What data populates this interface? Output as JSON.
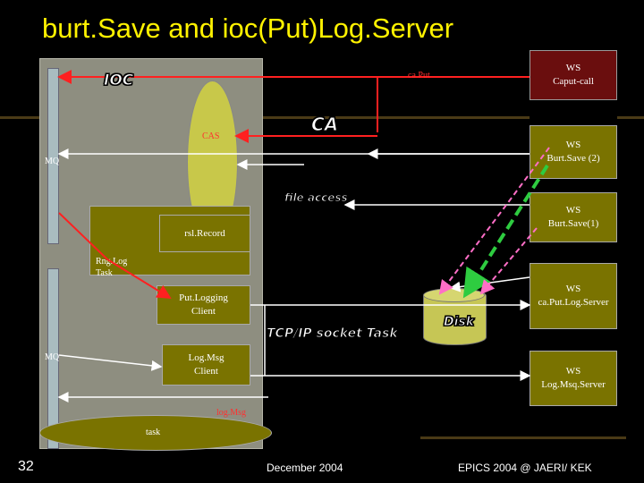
{
  "slide": {
    "title": "burt.Save and ioc(Put)Log.Server",
    "page_number": "32",
    "date": "December 2004",
    "event": "EPICS 2004 @ JAERI/ KEK"
  },
  "labels": {
    "ioc": "IOC",
    "ca": "CA",
    "ca_put": "ca.Put",
    "cas": "CAS",
    "mq_top": "MQ",
    "mq_bottom": "MQ",
    "log_msg": "log.Msg",
    "task": "task",
    "rng_log_task": "Rng.Log\nTask",
    "rsl_record": "rsl.Record",
    "put_logging_client": "Put.Logging\nClient",
    "log_msg_client": "Log.Msg\nClient",
    "tcp_ip_socket_task": "TCP/IP socket Task",
    "disk": "Disk",
    "file_access": "file access"
  },
  "workstations": [
    {
      "id": "caput",
      "text": "WS\nCaput-call"
    },
    {
      "id": "burt2",
      "text": "WS\nBurt.Save (2)"
    },
    {
      "id": "burt1",
      "text": "WS\nBurt.Save(1)"
    },
    {
      "id": "putlog",
      "text": "WS\nca.Put.Log.Server"
    },
    {
      "id": "msqlog",
      "text": "WS\nLog.Msq.Server"
    }
  ],
  "colors": {
    "title": "#fff200",
    "arrow_white": "#ffffff",
    "arrow_red": "#ff2020",
    "arrow_pink": "#ff6ec7",
    "arrow_green": "#2ecc40",
    "ws_box": "#6a0e0e",
    "olive": "#7a7300"
  }
}
